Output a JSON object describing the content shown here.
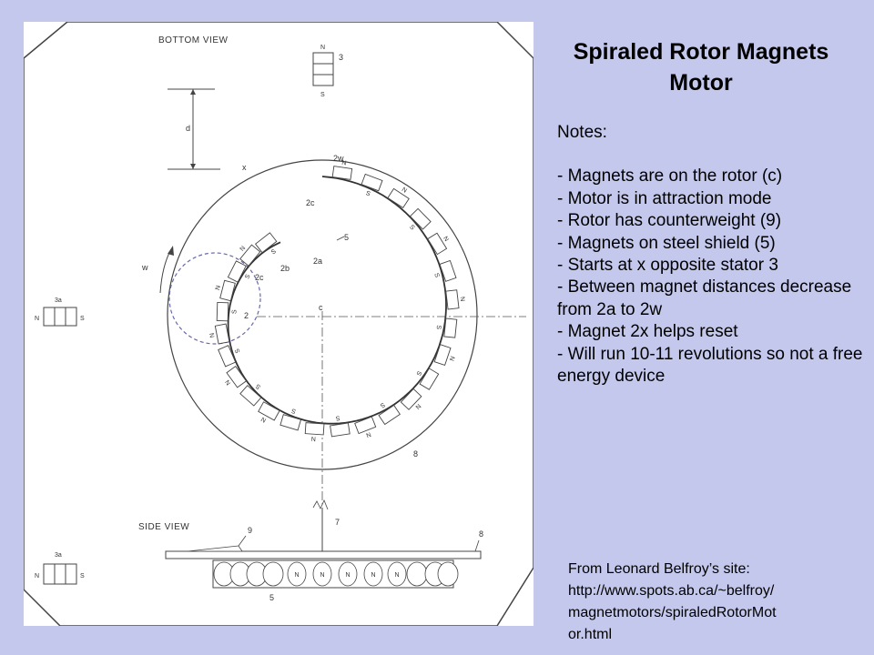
{
  "title": {
    "line1": "Spiraled Rotor Magnets",
    "line2": "Motor"
  },
  "notes": {
    "heading": "Notes:",
    "items": [
      "- Magnets are on the rotor (c)",
      "- Motor is in attraction mode",
      "- Rotor has counterweight (9)",
      "- Magnets on steel shield (5)",
      "- Starts at x opposite stator 3",
      "- Between magnet distances decrease from 2a to 2w",
      "- Magnet 2x helps reset",
      "- Will run 10-11 revolutions so not a free energy device"
    ]
  },
  "source": {
    "line1": "From Leonard Belfroy’s site:",
    "line2": "http://www.spots.ab.ca/~belfroy/",
    "line3": "magnetmotors/spiraledRotorMot",
    "line4": "or.html"
  },
  "diagram": {
    "bottom_view_label": "BOTTOM VIEW",
    "side_view_label": "SIDE VIEW",
    "stator_top": {
      "n": "N",
      "s": "S",
      "ref": "3"
    },
    "stator_left": {
      "ref": "3a",
      "n": "N",
      "s": "S"
    },
    "stator_side": {
      "ref": "3a",
      "n": "N",
      "s": "S"
    },
    "label_d": "d",
    "label_x": "x",
    "label_2w": "2w",
    "label_2c_top": "2c",
    "label_5": "5",
    "label_2a": "2a",
    "label_2b": "2b",
    "label_2c": "2c",
    "label_2": "2",
    "label_c": "c",
    "label_w": "w",
    "label_8": "8",
    "label_7": "7",
    "label_9": "9",
    "label_8_side": "8",
    "label_5_side": "5",
    "magnet_n": "N",
    "magnet_s": "S"
  }
}
